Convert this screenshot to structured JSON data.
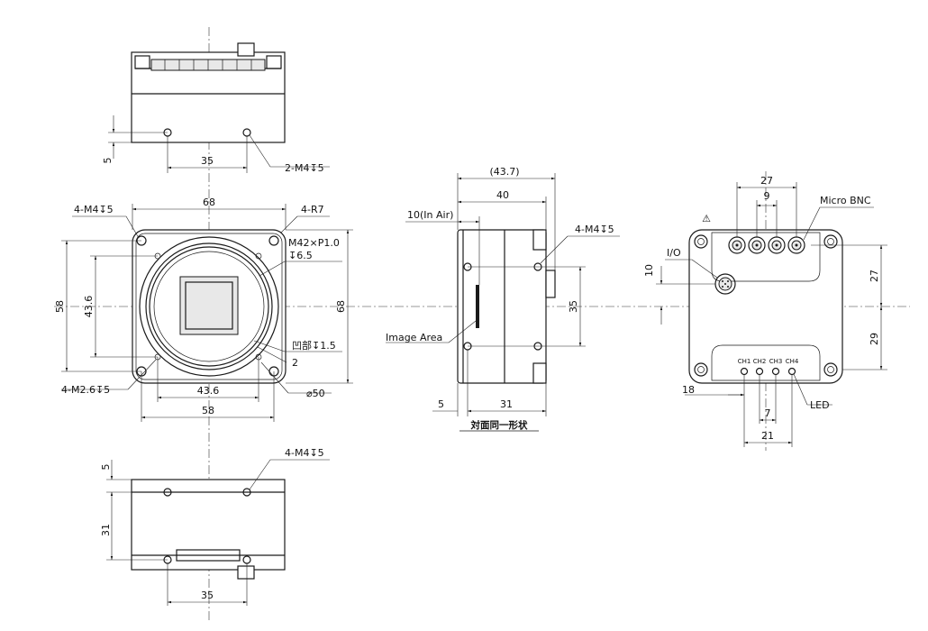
{
  "top_view": {
    "dims": {
      "edge_offset": "5",
      "hole_pitch": "35"
    },
    "callouts": {
      "holes": "2-M4↧5"
    }
  },
  "front_view": {
    "dims": {
      "width": "68",
      "height": "68",
      "outer_v": "58",
      "inner_v": "43.6",
      "inner_h": "43.6",
      "outer_h": "58"
    },
    "callouts": {
      "corner_holes": "4-M4↧5",
      "corner_radius": "4-R7",
      "mount_line1": "M42×P1.0",
      "mount_line2": "↧6.5",
      "recess": "凹部↧1.5",
      "chamfer": "2",
      "diameter": "⌀50",
      "small_holes": "4-M2.6↧5"
    }
  },
  "bottom_view": {
    "dims": {
      "edge_offset": "5",
      "depth": "31",
      "hole_pitch": "35"
    },
    "callouts": {
      "holes": "4-M4↧5"
    }
  },
  "side_view": {
    "dims": {
      "overall": "(43.7)",
      "body": "40",
      "in_air": "10(In Air)",
      "hole_pitch": "35",
      "edge": "5",
      "rear": "31"
    },
    "callouts": {
      "holes": "4-M4↧5",
      "image_area": "Image Area"
    },
    "note": "対面同一形状"
  },
  "rear_view": {
    "dims": {
      "bnc_span": "27",
      "bnc_pitch": "9",
      "io_offset": "10",
      "upper": "27",
      "lower": "29",
      "led_left": "18",
      "led_pitch": "7",
      "led_span": "21"
    },
    "callouts": {
      "micro_bnc": "Micro BNC",
      "io": "I/O",
      "led": "LED",
      "warning": "⚠"
    },
    "channels": [
      "CH1",
      "CH2",
      "CH3",
      "CH4"
    ]
  }
}
